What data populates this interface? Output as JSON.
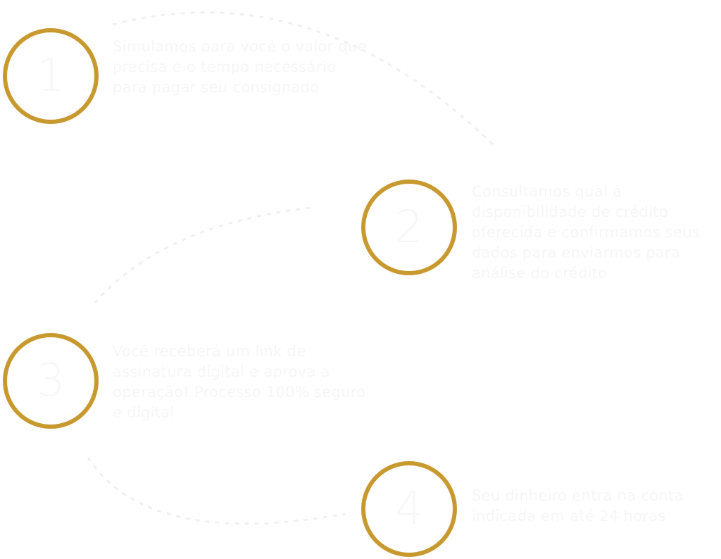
{
  "steps": [
    {
      "number": "1",
      "text": "Simulamos para você o valor que precisa e o tempo necessário para pagar seu consignado"
    },
    {
      "number": "2",
      "text": "Consultamos qual a disponibilidade de crédito oferecida e confirmamos seus dados para enviarmos para análise do crédito"
    },
    {
      "number": "3",
      "text": "Você receberá um link de assinatura digital e aprova a operação! Processo 100% seguro e digital"
    },
    {
      "number": "4",
      "text": "Seu dinheiro entra na conta indicada em até 24 horas"
    }
  ],
  "colors": {
    "circle": "#c8992f",
    "text": "#ffffff"
  }
}
